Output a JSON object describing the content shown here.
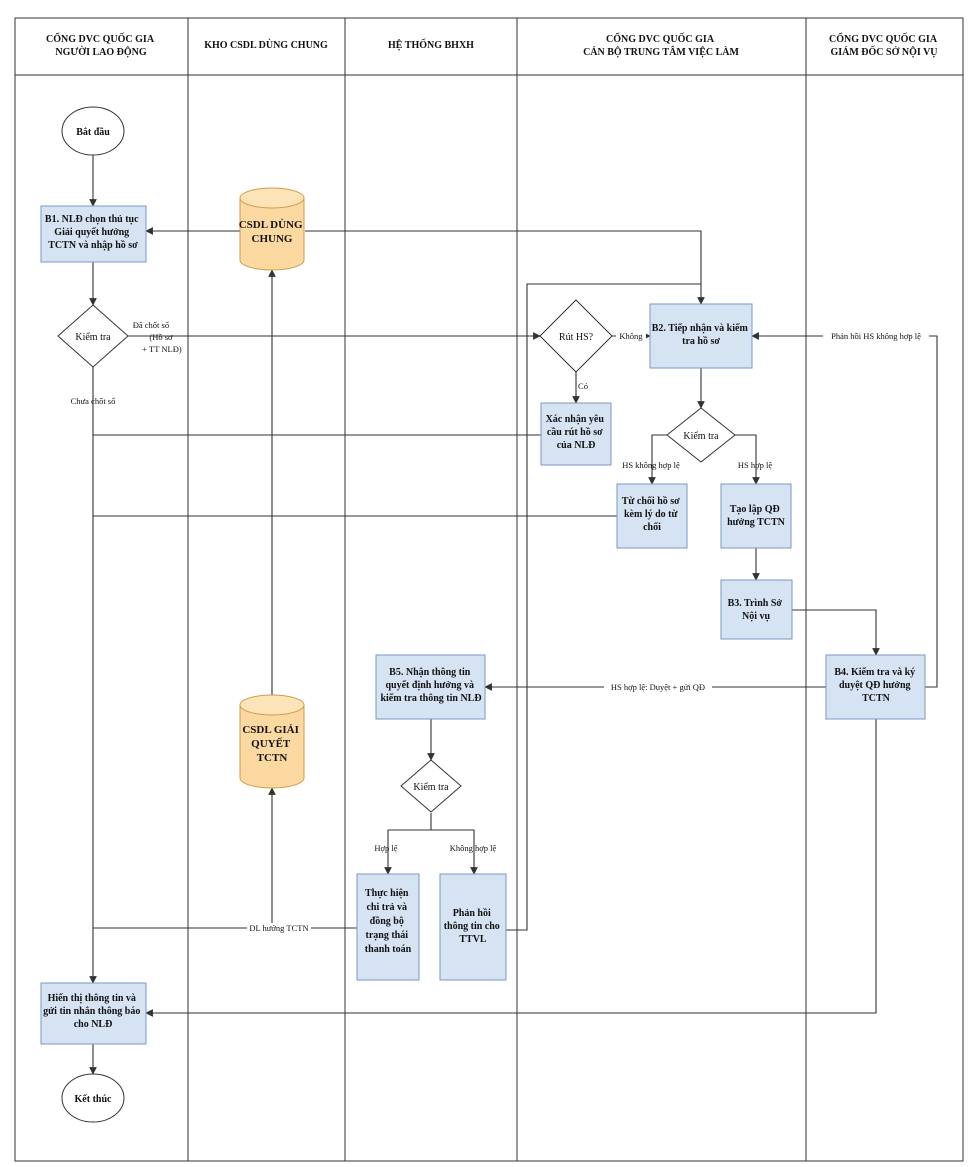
{
  "lanes": [
    {
      "id": "nld",
      "header": [
        "CỔNG DVC QUỐC GIA",
        "NGƯỜI LAO ĐỘNG"
      ]
    },
    {
      "id": "kho",
      "header": [
        "KHO CSDL DÙNG CHUNG"
      ]
    },
    {
      "id": "bhxh",
      "header": [
        "HỆ THỐNG BHXH"
      ]
    },
    {
      "id": "ttvl",
      "header": [
        "CỔNG DVC QUỐC GIA",
        "CÁN BỘ TRUNG TÂM VIỆC LÀM"
      ]
    },
    {
      "id": "snv",
      "header": [
        "CỔNG DVC QUỐC GIA",
        "GIÁM ĐỐC SỞ NỘI VỤ"
      ]
    }
  ],
  "nodes": {
    "start": {
      "type": "terminal",
      "lines": [
        "Bắt đầu"
      ]
    },
    "b1": {
      "type": "process",
      "lines": [
        "B1. NLĐ chọn thủ tục",
        "Giải quyết hưởng",
        "TCTN và nhập hồ sơ"
      ]
    },
    "kt1": {
      "type": "decision",
      "lines": [
        "Kiểm tra"
      ]
    },
    "csdl_dc": {
      "type": "database",
      "lines": [
        "CSDL DÙNG",
        "CHUNG"
      ]
    },
    "rut": {
      "type": "decision",
      "lines": [
        "Rút HS?"
      ]
    },
    "xacnhan": {
      "type": "process",
      "lines": [
        "Xác nhận yêu",
        "cầu rút hồ sơ",
        "của NLĐ"
      ]
    },
    "b2": {
      "type": "process",
      "lines": [
        "B2. Tiếp nhận và kiểm",
        "tra hồ sơ"
      ]
    },
    "kt2": {
      "type": "decision",
      "lines": [
        "Kiểm tra"
      ]
    },
    "tuchoi": {
      "type": "process",
      "lines": [
        "Từ chối hồ sơ",
        "kèm lý do từ",
        "chối"
      ]
    },
    "taolap": {
      "type": "process",
      "lines": [
        "Tạo lập QĐ",
        "hưởng TCTN"
      ]
    },
    "b3": {
      "type": "process",
      "lines": [
        "B3. Trình Sở",
        "Nội vụ"
      ]
    },
    "b4": {
      "type": "process",
      "lines": [
        "B4. Kiểm tra và ký",
        "duyệt QĐ hưởng",
        "TCTN"
      ]
    },
    "b5": {
      "type": "process",
      "lines": [
        "B5. Nhận thông tin",
        "quyết định hưởng và",
        "kiểm tra thông tin NLĐ"
      ]
    },
    "csdl_gq": {
      "type": "database",
      "lines": [
        "CSDL GIẢI",
        "QUYẾT",
        "TCTN"
      ]
    },
    "kt3": {
      "type": "decision",
      "lines": [
        "Kiểm tra"
      ]
    },
    "thuchien": {
      "type": "process",
      "lines": [
        "Thực hiện",
        "chi trả và",
        "đồng bộ",
        "trạng thái",
        "thanh toán"
      ]
    },
    "phanhoi": {
      "type": "process",
      "lines": [
        "Phản hồi",
        "thông tin cho",
        "TTVL"
      ]
    },
    "hienthi": {
      "type": "process",
      "lines": [
        "Hiển thị thông tin và",
        "gửi tin nhắn thông báo",
        "cho NLĐ"
      ]
    },
    "end": {
      "type": "terminal",
      "lines": [
        "Kết thúc"
      ]
    }
  },
  "edge_labels": {
    "da_chot_so": [
      "Đã chốt sổ",
      "(Hồ sơ",
      "+ TT NLĐ)"
    ],
    "khong": "Không",
    "co": "Có",
    "phan_hoi_hs": "Phản hồi HS không hợp lệ",
    "chua_chot_so": "Chưa chốt sổ",
    "hs_khong_hop_le": "HS không hợp lệ",
    "hs_hop_le": "HS hợp lệ",
    "hs_hop_le_duyet": "HS hợp lệ: Duyệt + gửi QĐ",
    "hop_le": "Hợp lệ",
    "khong_hop_le": "Không hợp lệ",
    "dl_huong_tctn": "DL hưởng TCTN"
  }
}
